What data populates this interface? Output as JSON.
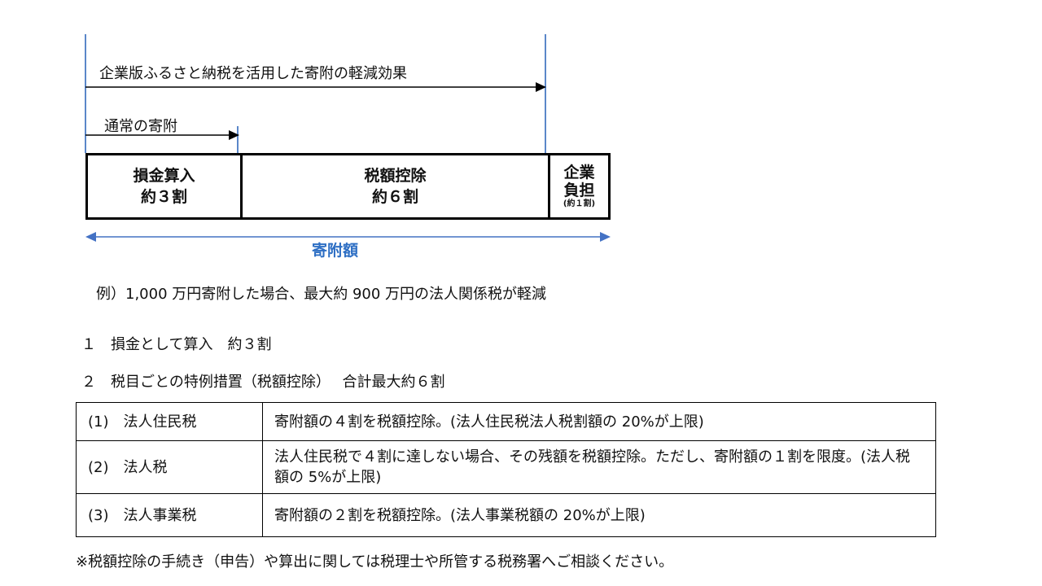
{
  "diagram": {
    "effect_label": "企業版ふるさと納税を活用した寄附の軽減効果",
    "normal_label": "通常の寄附",
    "segments": [
      {
        "line1": "損金算入",
        "line2": "約３割"
      },
      {
        "line1": "税額控除",
        "line2": "約６割"
      },
      {
        "line1": "企業",
        "line2": "負担",
        "note": "(約１割)"
      }
    ],
    "total_label": "寄附額",
    "accent_color": "#4472c4"
  },
  "example": "例）1,000 万円寄附した場合、最大約 900 万円の法人関係税が軽減",
  "items": [
    "１　損金として算入　約３割",
    "２　税目ごとの特例措置（税額控除）　 合計最大約６割"
  ],
  "table": [
    {
      "name": "(1)　法人住民税",
      "desc": "寄附額の４割を税額控除。(法人住民税法人税割額の 20%が上限)"
    },
    {
      "name": "(2)　法人税",
      "desc": "法人住民税で４割に達しない場合、その残額を税額控除。ただし、寄附額の１割を限度。(法人税額の 5%が上限)"
    },
    {
      "name": "(3)　法人事業税",
      "desc": "寄附額の２割を税額控除。(法人事業税額の 20%が上限)"
    }
  ],
  "footnote": "※税額控除の手続き（申告）や算出に関しては税理士や所管する税務署へご相談ください。"
}
